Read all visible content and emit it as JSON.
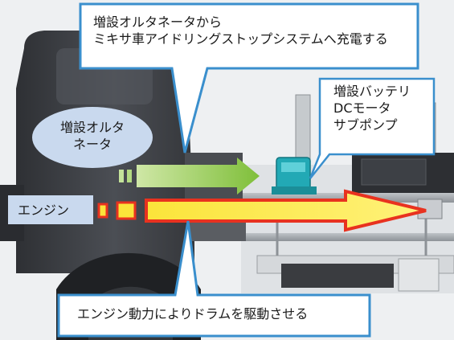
{
  "callouts": {
    "top_line1": "増設オルタネータから",
    "top_line2": "ミキサ車アイドリングストップシステムへ充電する",
    "right_line1": "増設バッテリ",
    "right_line2": "DCモータ",
    "right_line3": "サブポンプ",
    "bottom": "エンジン動力によりドラムを駆動させる"
  },
  "labels": {
    "alternator_line1": "増設オルタ",
    "alternator_line2": "ネータ",
    "engine": "エンジン"
  },
  "colors": {
    "callout_border": "#3a8fcd",
    "alternator_ellipse": "#c9d9ee",
    "engine_box": "#c9d9ee",
    "green_arrow": "#8cc63f",
    "yellow_arrow": "#fbee3a",
    "red_outline": "#e8321f",
    "truck_cab": "#3f4247"
  }
}
